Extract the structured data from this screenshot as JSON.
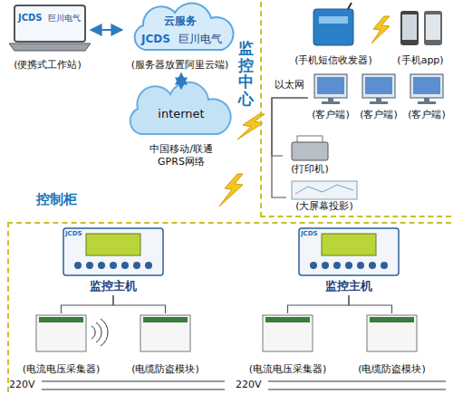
{
  "diagram": {
    "nodes": [
      {
        "text": [
          "(便携式工作站)"
        ]
      },
      {
        "text": [
          "云服务",
          "(服务器放置阿里云端)"
        ]
      },
      {
        "text": [
          "internet",
          "中国移动/联通 GPRS网络"
        ]
      },
      {
        "text": [
          "监控中心"
        ]
      },
      {
        "text": [
          "(手机短信收发器)"
        ],
        "in": 3
      },
      {
        "text": [
          "(手机app)"
        ],
        "in": 3
      },
      {
        "text": [
          "(客户端)"
        ],
        "in": 3
      },
      {
        "text": [
          "(客户端)"
        ],
        "in": 3
      },
      {
        "text": [
          "(客户端)"
        ],
        "in": 3
      },
      {
        "text": [
          "(打印机)"
        ],
        "in": 3
      },
      {
        "text": [
          "(大屏幕投影)"
        ],
        "in": 3
      },
      {
        "text": [
          "控制柜"
        ]
      },
      {
        "text": [
          "监控主机"
        ],
        "in": 11
      },
      {
        "text": [
          "(电流电压采集器)"
        ],
        "in": 11
      },
      {
        "text": [
          "(电缆防盗模块)"
        ],
        "in": 11
      },
      {
        "text": [
          "监控主机"
        ],
        "in": 11
      },
      {
        "text": [
          "(电流电压采集器)"
        ],
        "in": 11
      },
      {
        "text": [
          "(电缆防盗模块)"
        ],
        "in": 11
      }
    ],
    "edges": [
      {
        "from": 0,
        "to": 1,
        "arrow": "both"
      },
      {
        "from": 1,
        "to": 2,
        "arrow": "both"
      },
      {
        "from": 6,
        "to": 9,
        "arrow": "none"
      },
      {
        "from": 6,
        "to": 10,
        "arrow": "none"
      },
      {
        "from": 12,
        "to": 13,
        "arrow": "none"
      },
      {
        "from": 12,
        "to": 14,
        "arrow": "none"
      },
      {
        "from": 15,
        "to": 16,
        "arrow": "none"
      },
      {
        "from": 15,
        "to": 17,
        "arrow": "none"
      }
    ],
    "labels": [
      "JCDS",
      "巨川电气",
      "JCDS",
      "巨川电气",
      "以太网",
      "JCDS",
      "JCDS",
      "220V",
      "220V"
    ]
  }
}
